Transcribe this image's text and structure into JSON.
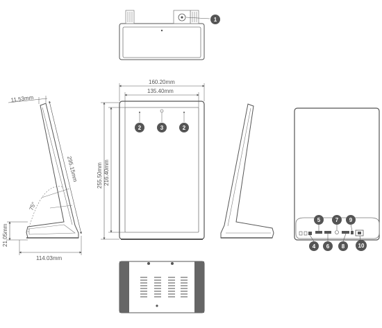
{
  "dimensions": {
    "top_width": "11.53mm",
    "height_slanted": "295.15mm",
    "angle": "75°",
    "base_height": "21.05mm",
    "depth": "114.03mm",
    "outer_width": "160.20mm",
    "screen_width": "135.40mm",
    "outer_height": "255.50mm",
    "screen_height": "216.40mm"
  },
  "callouts": {
    "n1": "1",
    "n2a": "2",
    "n3": "3",
    "n2b": "2",
    "n4": "4",
    "n5": "5",
    "n6": "6",
    "n7": "7",
    "n8": "8",
    "n9": "9",
    "n10": "10"
  },
  "colors": {
    "line": "#555555",
    "callout_fill": "#555555",
    "body_dark": "#666666"
  }
}
